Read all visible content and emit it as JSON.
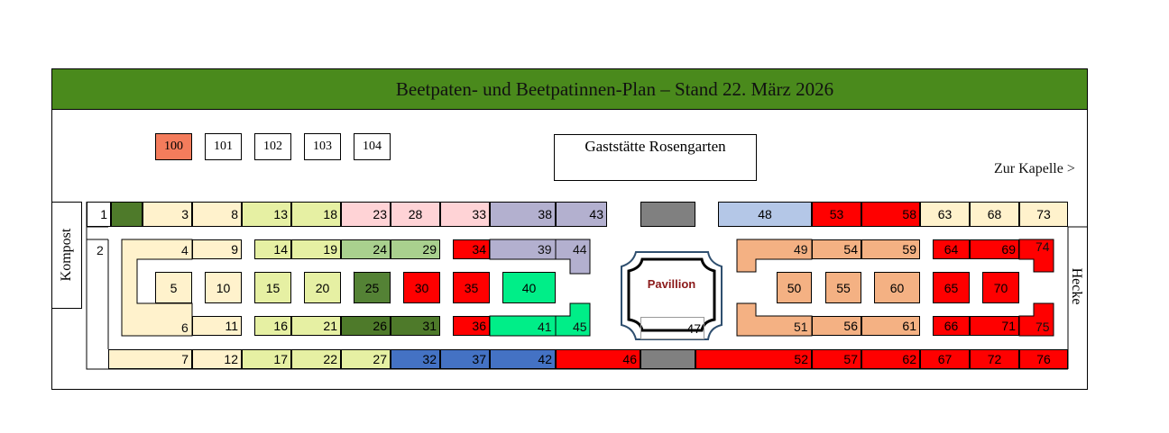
{
  "title": "Beetpaten- und Beetpatinnen-Plan – Stand 22. März 2026",
  "landmarks": {
    "gaststaette": "Gaststätte Rosengarten",
    "kapelle": "Zur Kapelle >",
    "kompost": "Kompost",
    "hecke": "Hecke",
    "pavillion": "Pavillion"
  },
  "colors": {
    "header_green": "#4a8a1c",
    "cream": "#fff2cc",
    "light_yellow_green": "#e6f0a3",
    "light_pink": "#ffd3d6",
    "lavender": "#b3b0cf",
    "light_blue": "#b4c7e7",
    "grey": "#808080",
    "salmon": "#f4b183",
    "orange_red": "#f47c5c",
    "red": "#ff0000",
    "mint": "#00ee88",
    "sage": "#a9d08e",
    "dark_green": "#548235",
    "forest": "#4e7a2a",
    "steel_blue": "#4472c4",
    "pavillion_frame": "#2f4f6f",
    "pavillion_text": "#8b1a1a"
  },
  "beds": [
    {
      "label": "100",
      "color": "#f47c5c"
    },
    {
      "label": "101",
      "color": "#ffffff"
    },
    {
      "label": "102",
      "color": "#ffffff"
    },
    {
      "label": "103",
      "color": "#ffffff"
    },
    {
      "label": "104",
      "color": "#ffffff"
    },
    {
      "label": "1",
      "color": "#ffffff"
    },
    {
      "label": "2",
      "color": "#ffffff"
    },
    {
      "label": "3",
      "color": "#fff2cc"
    },
    {
      "label": "4",
      "color": "#fff2cc"
    },
    {
      "label": "5",
      "color": "#fff2cc"
    },
    {
      "label": "6",
      "color": "#fff2cc"
    },
    {
      "label": "7",
      "color": "#fff2cc"
    },
    {
      "label": "8",
      "color": "#fff2cc"
    },
    {
      "label": "9",
      "color": "#fff2cc"
    },
    {
      "label": "10",
      "color": "#fff2cc"
    },
    {
      "label": "11",
      "color": "#fff2cc"
    },
    {
      "label": "12",
      "color": "#fff2cc"
    },
    {
      "label": "13",
      "color": "#e6f0a3"
    },
    {
      "label": "14",
      "color": "#e6f0a3"
    },
    {
      "label": "15",
      "color": "#e6f0a3"
    },
    {
      "label": "16",
      "color": "#e6f0a3"
    },
    {
      "label": "17",
      "color": "#e6f0a3"
    },
    {
      "label": "18",
      "color": "#e6f0a3"
    },
    {
      "label": "19",
      "color": "#e6f0a3"
    },
    {
      "label": "20",
      "color": "#e6f0a3"
    },
    {
      "label": "21",
      "color": "#e6f0a3"
    },
    {
      "label": "22",
      "color": "#e6f0a3"
    },
    {
      "label": "23",
      "color": "#ffd3d6"
    },
    {
      "label": "24",
      "color": "#a9d08e"
    },
    {
      "label": "25",
      "color": "#548235"
    },
    {
      "label": "26",
      "color": "#4e7a2a"
    },
    {
      "label": "27",
      "color": "#e6f0a3"
    },
    {
      "label": "28",
      "color": "#ffd3d6"
    },
    {
      "label": "29",
      "color": "#a9d08e"
    },
    {
      "label": "30",
      "color": "#ff0000"
    },
    {
      "label": "31",
      "color": "#4e7a2a"
    },
    {
      "label": "32",
      "color": "#4472c4"
    },
    {
      "label": "33",
      "color": "#ffd3d6"
    },
    {
      "label": "34",
      "color": "#ff0000"
    },
    {
      "label": "35",
      "color": "#ff0000"
    },
    {
      "label": "36",
      "color": "#ff0000"
    },
    {
      "label": "37",
      "color": "#4472c4"
    },
    {
      "label": "38",
      "color": "#b3b0cf"
    },
    {
      "label": "39",
      "color": "#b3b0cf"
    },
    {
      "label": "40",
      "color": "#00ee88"
    },
    {
      "label": "41",
      "color": "#00ee88"
    },
    {
      "label": "42",
      "color": "#4472c4"
    },
    {
      "label": "43",
      "color": "#b3b0cf"
    },
    {
      "label": "44",
      "color": "#b3b0cf"
    },
    {
      "label": "45",
      "color": "#00ee88"
    },
    {
      "label": "46",
      "color": "#ff0000"
    },
    {
      "label": "47",
      "color": "#ffffff"
    },
    {
      "label": "48",
      "color": "#b4c7e7"
    },
    {
      "label": "49",
      "color": "#f4b183"
    },
    {
      "label": "50",
      "color": "#f4b183"
    },
    {
      "label": "51",
      "color": "#f4b183"
    },
    {
      "label": "52",
      "color": "#ff0000"
    },
    {
      "label": "53",
      "color": "#ff0000"
    },
    {
      "label": "54",
      "color": "#f4b183"
    },
    {
      "label": "55",
      "color": "#f4b183"
    },
    {
      "label": "56",
      "color": "#f4b183"
    },
    {
      "label": "57",
      "color": "#ff0000"
    },
    {
      "label": "58",
      "color": "#ff0000"
    },
    {
      "label": "59",
      "color": "#f4b183"
    },
    {
      "label": "60",
      "color": "#f4b183"
    },
    {
      "label": "61",
      "color": "#f4b183"
    },
    {
      "label": "62",
      "color": "#ff0000"
    },
    {
      "label": "63",
      "color": "#fff2cc"
    },
    {
      "label": "64",
      "color": "#ff0000"
    },
    {
      "label": "65",
      "color": "#ff0000"
    },
    {
      "label": "66",
      "color": "#ff0000"
    },
    {
      "label": "67",
      "color": "#ff0000"
    },
    {
      "label": "68",
      "color": "#fff2cc"
    },
    {
      "label": "69",
      "color": "#ff0000"
    },
    {
      "label": "70",
      "color": "#ff0000"
    },
    {
      "label": "71",
      "color": "#ff0000"
    },
    {
      "label": "72",
      "color": "#ff0000"
    },
    {
      "label": "73",
      "color": "#fff2cc"
    },
    {
      "label": "74",
      "color": "#ff0000"
    },
    {
      "label": "75",
      "color": "#ff0000"
    },
    {
      "label": "76",
      "color": "#ff0000"
    }
  ]
}
